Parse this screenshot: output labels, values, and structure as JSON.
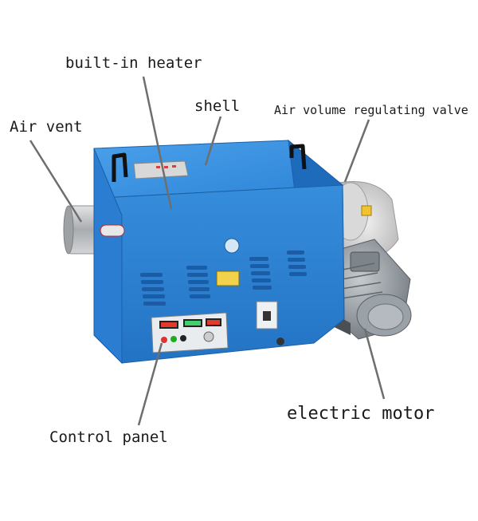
{
  "labels": {
    "heater": "built-in heater",
    "shell": "shell",
    "vent": "Air vent",
    "valve": "Air volume regulating valve",
    "motor": "electric motor",
    "panel": "Control panel"
  },
  "colors": {
    "body_blue": "#2f86d8",
    "body_dark": "#1b5fa8",
    "motor_grey": "#8f969c",
    "pipe_silver": "#b9bcbf",
    "leader_line": "#6e6e6e"
  }
}
